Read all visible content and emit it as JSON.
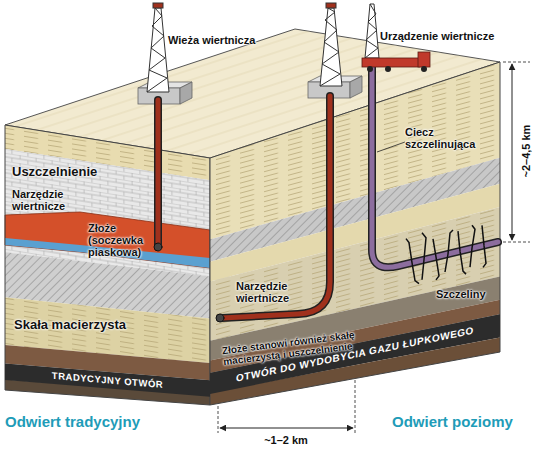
{
  "diagram": {
    "nodes": [
      {
        "text": [
          "TRADYCYJNY OTWÓR"
        ]
      },
      {
        "text": [
          "OTWÓR DO WYDOBYCIA GAZU ŁUPKOWEGO"
        ]
      }
    ],
    "labels": [
      "Wieża wiertnicza",
      "Urządzenie wiertnicze",
      "~2–4,5 km",
      "Uszczelnienie",
      "Ciecz szczelinująca",
      "Narzędzie wiertnicze",
      "Złoże (soczewka piaskowa)",
      "Narzędzie wiertnicze",
      "Szczeliny",
      "Złoże stanowi również skałę macierzystą i uszczelnienie",
      "Skała macierzysta",
      "Odwiert tradycyjny",
      "Odwiert poziomy",
      "~1–2 km"
    ]
  }
}
